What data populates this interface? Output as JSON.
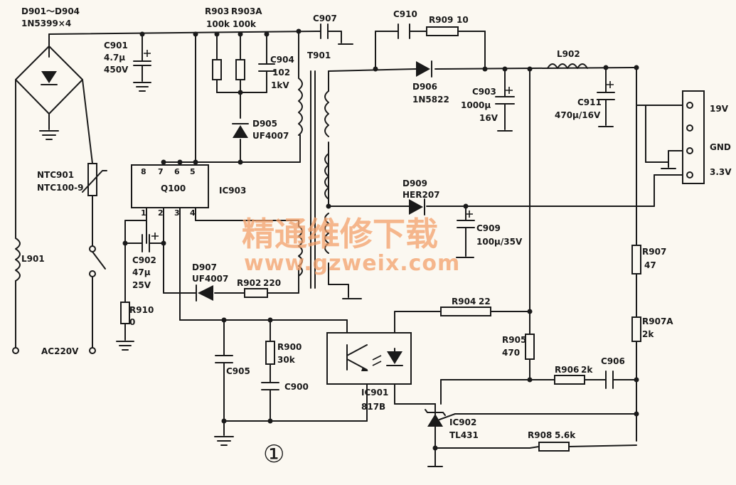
{
  "labels": {
    "d901_904": "D901～D904",
    "d901_904_part": "1N5399×4",
    "c901": "C901",
    "c901_val1": "4.7μ",
    "c901_val2": "450V",
    "r903": "R903",
    "r903a": "R903A",
    "r903_val": "100k",
    "r903a_val": "100k",
    "c904": "C904",
    "c904_val1": "102",
    "c904_val2": "1kV",
    "d905": "D905",
    "d905_part": "UF4007",
    "c907": "C907",
    "t901": "T901",
    "c910": "C910",
    "r909": "R909",
    "r909_val": "10",
    "d906": "D906",
    "d906_part": "1N5822",
    "c903": "C903",
    "c903_val1": "1000μ",
    "c903_val2": "16V",
    "l902": "L902",
    "c911": "C911",
    "c911_val": "470μ/16V",
    "out_19v": "19V",
    "out_gnd": "GND",
    "out_33v": "3.3V",
    "ntc901": "NTC901",
    "ntc901_part": "NTC100-9",
    "q100": "Q100",
    "ic903": "IC903",
    "pin8": "8",
    "pin7": "7",
    "pin6": "6",
    "pin5": "5",
    "pin1": "1",
    "pin2": "2",
    "pin3": "3",
    "pin4": "4",
    "d909": "D909",
    "d909_part": "HER207",
    "c909": "C909",
    "c909_val": "100μ/35V",
    "l901": "L901",
    "c902": "C902",
    "c902_val1": "47μ",
    "c902_val2": "25V",
    "d907": "D907",
    "d907_part": "UF4007",
    "r902": "R902",
    "r902_val": "220",
    "r907": "R907",
    "r907_val": "47",
    "r910": "R910",
    "r910_val": "0",
    "r904": "R904",
    "r904_val": "22",
    "r907a": "R907A",
    "r907a_val": "2k",
    "r900": "R900",
    "r900_val": "30k",
    "r905": "R905",
    "r905_val": "470",
    "ac220v": "AC220V",
    "c905": "C905",
    "c900": "C900",
    "r906": "R906",
    "r906_val": "2k",
    "c906": "C906",
    "ic901": "IC901",
    "ic901_part": "817B",
    "ic902": "IC902",
    "ic902_part": "TL431",
    "r908": "R908",
    "r908_val": "5.6k",
    "figure_number": "①"
  },
  "watermark": {
    "text_cn": "精通维修下载",
    "text_url": "www.gzweix.com",
    "color": "#f3a06a"
  }
}
